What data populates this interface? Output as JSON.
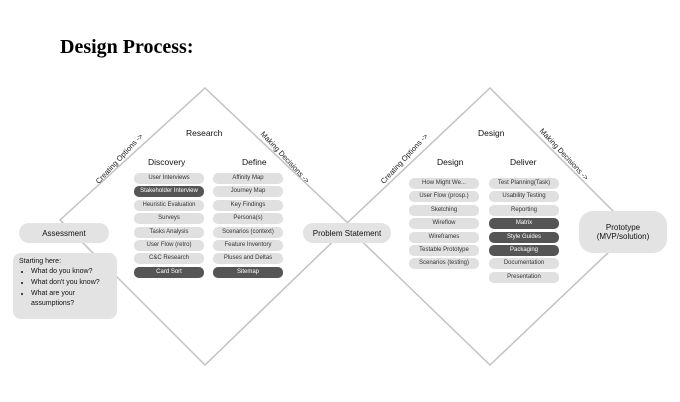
{
  "title": "Design Process:",
  "left_diamond": {
    "header": "Research",
    "creating_options": "Creating Options ->",
    "making_decisions": "Making Decisions ->",
    "discovery": {
      "label": "Discovery",
      "items": [
        "User Interviews",
        "Stakeholder Interview",
        "Heuristic Evaluation",
        "Surveys",
        "Tasks Analysis",
        "User Flow (retro)",
        "C&C Research",
        "Card Sort"
      ]
    },
    "define": {
      "label": "Define",
      "items": [
        "Affinity Map",
        "Journey Map",
        "Key Findings",
        "Persona(s)",
        "Scenarios (context)",
        "Feature Inventory",
        "Pluses and Deltas",
        "Sitemap"
      ]
    }
  },
  "right_diamond": {
    "header": "Design",
    "creating_options": "Creating Options ->",
    "making_decisions": "Making Decisions ->",
    "design": {
      "label": "Design",
      "items": [
        "How Might We...",
        "User Flow (prosp.)",
        "Sketching",
        "Wireflow",
        "Wireframes",
        "Testable Prototype",
        "Scenarios (testing)"
      ]
    },
    "deliver": {
      "label": "Deliver",
      "items": [
        "Test Planning(Task)",
        "Usability Testing",
        "Reporting",
        "Matrix",
        "Style Guides",
        "Packaging",
        "Documentation",
        "Presentation"
      ]
    }
  },
  "nodes": {
    "assessment": "Assessment",
    "problem_statement": "Problem Statement",
    "prototype_line1": "Prototype",
    "prototype_line2": "(MVP/solution)"
  },
  "starting_here": {
    "heading": "Starting here:",
    "questions": [
      "What do you know?",
      "What don't you know?",
      "What are your assumptions?"
    ]
  },
  "colors": {
    "pill_light": "#e0e0e0",
    "pill_dark": "#555555",
    "line": "#c2c2c2",
    "node": "#e3e3e3"
  },
  "highlighted": {
    "discovery": [
      "Stakeholder Interview",
      "Card Sort"
    ],
    "define": [
      "Sitemap"
    ],
    "design": [],
    "deliver": [
      "Matrix",
      "Style Guides",
      "Packaging"
    ]
  }
}
